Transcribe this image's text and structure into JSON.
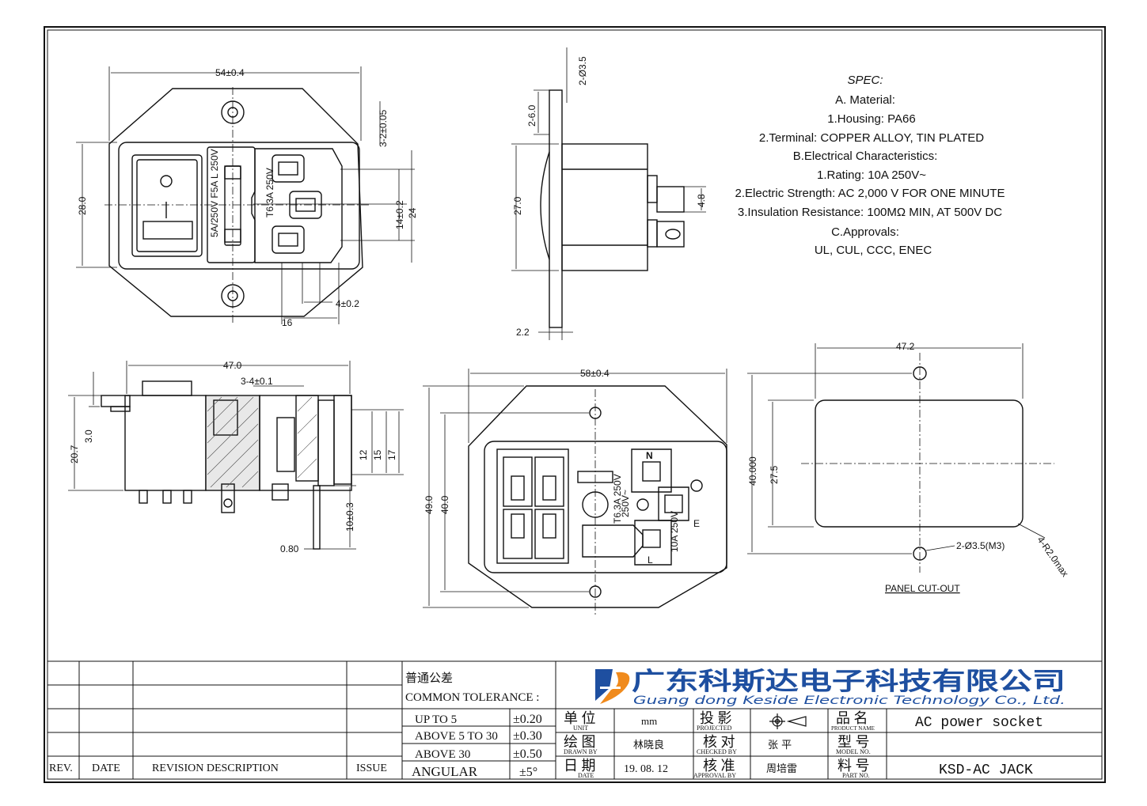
{
  "spec": {
    "title": "SPEC:",
    "lines": [
      "A. Material:",
      "1.Housing: PA66",
      "2.Terminal: COPPER ALLOY, TIN PLATED",
      "B.Electrical Characteristics:",
      "1.Rating:  10A 250V~",
      "2.Electric Strength: AC 2,000 V FOR ONE MINUTE",
      "3.Insulation Resistance: 100MΩ MIN, AT 500V DC",
      "C.Approvals:",
      "UL, CUL, CCC, ENEC"
    ]
  },
  "front_view": {
    "width": "54±0.4",
    "height": "28.0",
    "hole_offset": "3-2±0.05",
    "pin_pitch": "14±0.2",
    "body_height": "24",
    "pin_width": "4±0.2",
    "pin_span": "16",
    "switch_on": "I",
    "switch_off": "O",
    "fuse_text": "5A/250V  F5A  L  250V",
    "inlet_text": "T6.3A  250V"
  },
  "side_view": {
    "holes": "2-Ø3.5",
    "flange": "2-6.0",
    "height": "27.0",
    "tab": "4.8",
    "thickness": "2.2"
  },
  "section_view": {
    "width": "47.0",
    "depth": "3-4±0.1",
    "height": "20.7",
    "flange": "3.0",
    "h1": "12",
    "h2": "15",
    "h3": "17",
    "pin_len": "10±0.3",
    "thk": "0.80"
  },
  "back_view": {
    "width": "58±0.4",
    "outer_height": "49.0",
    "inner_height": "40.0",
    "labels": [
      "N",
      "L",
      "E"
    ],
    "small_text": [
      "T6.3A 250V",
      "250V~",
      "10A 250V"
    ]
  },
  "panel_cutout": {
    "width": "47.2",
    "height": "27.5",
    "overall": "40.000",
    "holes": "2-Ø3.5(M3)",
    "radius": "4-R2.0max",
    "label": "PANEL CUT-OUT"
  },
  "title_block": {
    "rev_headers": [
      "REV.",
      "DATE",
      "REVISION  DESCRIPTION",
      "ISSUE"
    ],
    "tolerance_cn": "普通公差",
    "tolerance_en": "COMMON TOLERANCE :",
    "tolerances": [
      {
        "range": "UP TO 5",
        "value": "±0.20"
      },
      {
        "range": "ABOVE 5 TO 30",
        "value": "±0.30"
      },
      {
        "range": "ABOVE 30",
        "value": "±0.50"
      },
      {
        "range": "ANGULAR",
        "value": "±5°"
      }
    ],
    "company_cn": "广东科斯达电子科技有限公司",
    "company_en": "Guang dong Keside  Electronic Technology Co., Ltd.",
    "unit_cn": "单  位",
    "unit_en": "UNIT",
    "unit_value": "mm",
    "projected_cn": "投  影",
    "projected_en": "PROJECTED",
    "drawn_cn": "绘  图",
    "drawn_en": "DRAWN  BY",
    "drawn_value": "林晓良",
    "checked_cn": "核  对",
    "checked_en": "CHECKED  BY",
    "checked_value": "张  平",
    "date_cn": "日  期",
    "date_en": "DATE",
    "date_value": "19. 08. 12",
    "approval_cn": "核  准",
    "approval_en": "APPROVAL  BY",
    "approval_value": "周培雷",
    "product_cn": "品  名",
    "product_en": "PRODUCT  NAME",
    "product_value": "AC power socket",
    "model_cn": "型  号",
    "model_en": "MODEL  NO.",
    "model_value": "",
    "part_cn": "料  号",
    "part_en": "PART  NO.",
    "part_value": "KSD-AC JACK",
    "brand_colors": {
      "blue": "#1e4fa0",
      "orange": "#f08a1c"
    }
  }
}
